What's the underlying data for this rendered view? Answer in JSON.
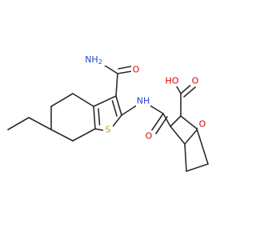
{
  "colors": {
    "bond": "#2b2b2b",
    "oxygen": "#e00000",
    "nitrogen": "#1f3fd6",
    "sulfur": "#c8a400",
    "background": "#ffffff"
  },
  "atoms": {
    "amide_n": {
      "text": "NH",
      "sub": "2",
      "element": "N"
    },
    "amide_o": {
      "text": "O",
      "element": "O"
    },
    "nh_link": {
      "text": "NH",
      "element": "N"
    },
    "sulfur": {
      "text": "S",
      "element": "S"
    },
    "link_o": {
      "text": "O",
      "element": "O"
    },
    "acid_o": {
      "text": "O",
      "element": "O"
    },
    "acid_oh": {
      "text": "HO",
      "element": "O"
    },
    "bridge_o": {
      "text": "O",
      "element": "O"
    }
  }
}
